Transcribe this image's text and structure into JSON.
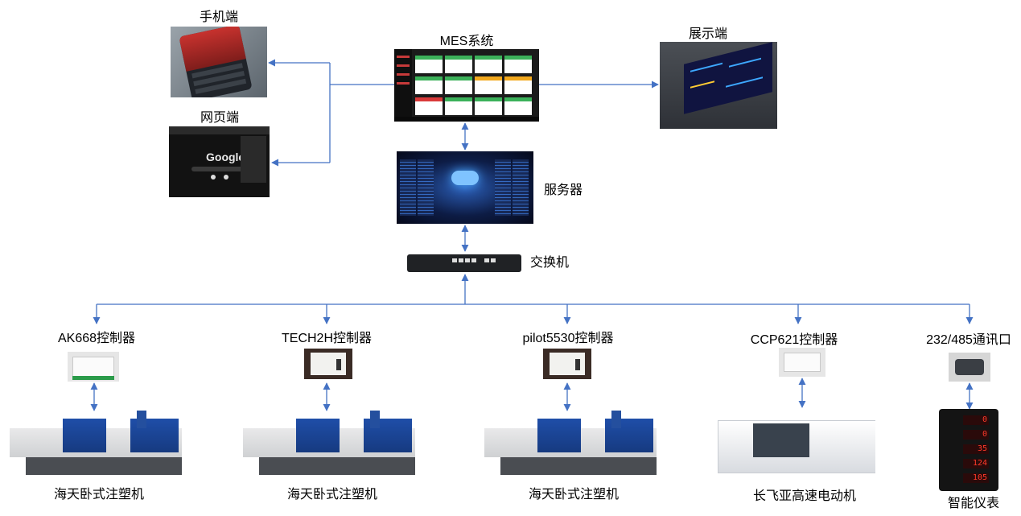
{
  "nodes": {
    "phone": "手机端",
    "mes": "MES系统",
    "display": "展示端",
    "web": "网页端",
    "server": "服务器",
    "switch": "交换机",
    "ctrl1": "AK668控制器",
    "ctrl2": "TECH2H控制器",
    "ctrl3": "pilot5530控制器",
    "ctrl4": "CCP621控制器",
    "ctrl5": "232/485通讯口",
    "mach1": "海天卧式注塑机",
    "mach2": "海天卧式注塑机",
    "mach3": "海天卧式注塑机",
    "mach4": "长飞亚高速电动机",
    "meter": "智能仪表"
  },
  "images": {
    "web_logo": "Google",
    "meter_readings": [
      "0",
      "0",
      "35",
      "124",
      "105"
    ]
  },
  "colors": {
    "connector": "#4472c4",
    "background": "#ffffff"
  }
}
